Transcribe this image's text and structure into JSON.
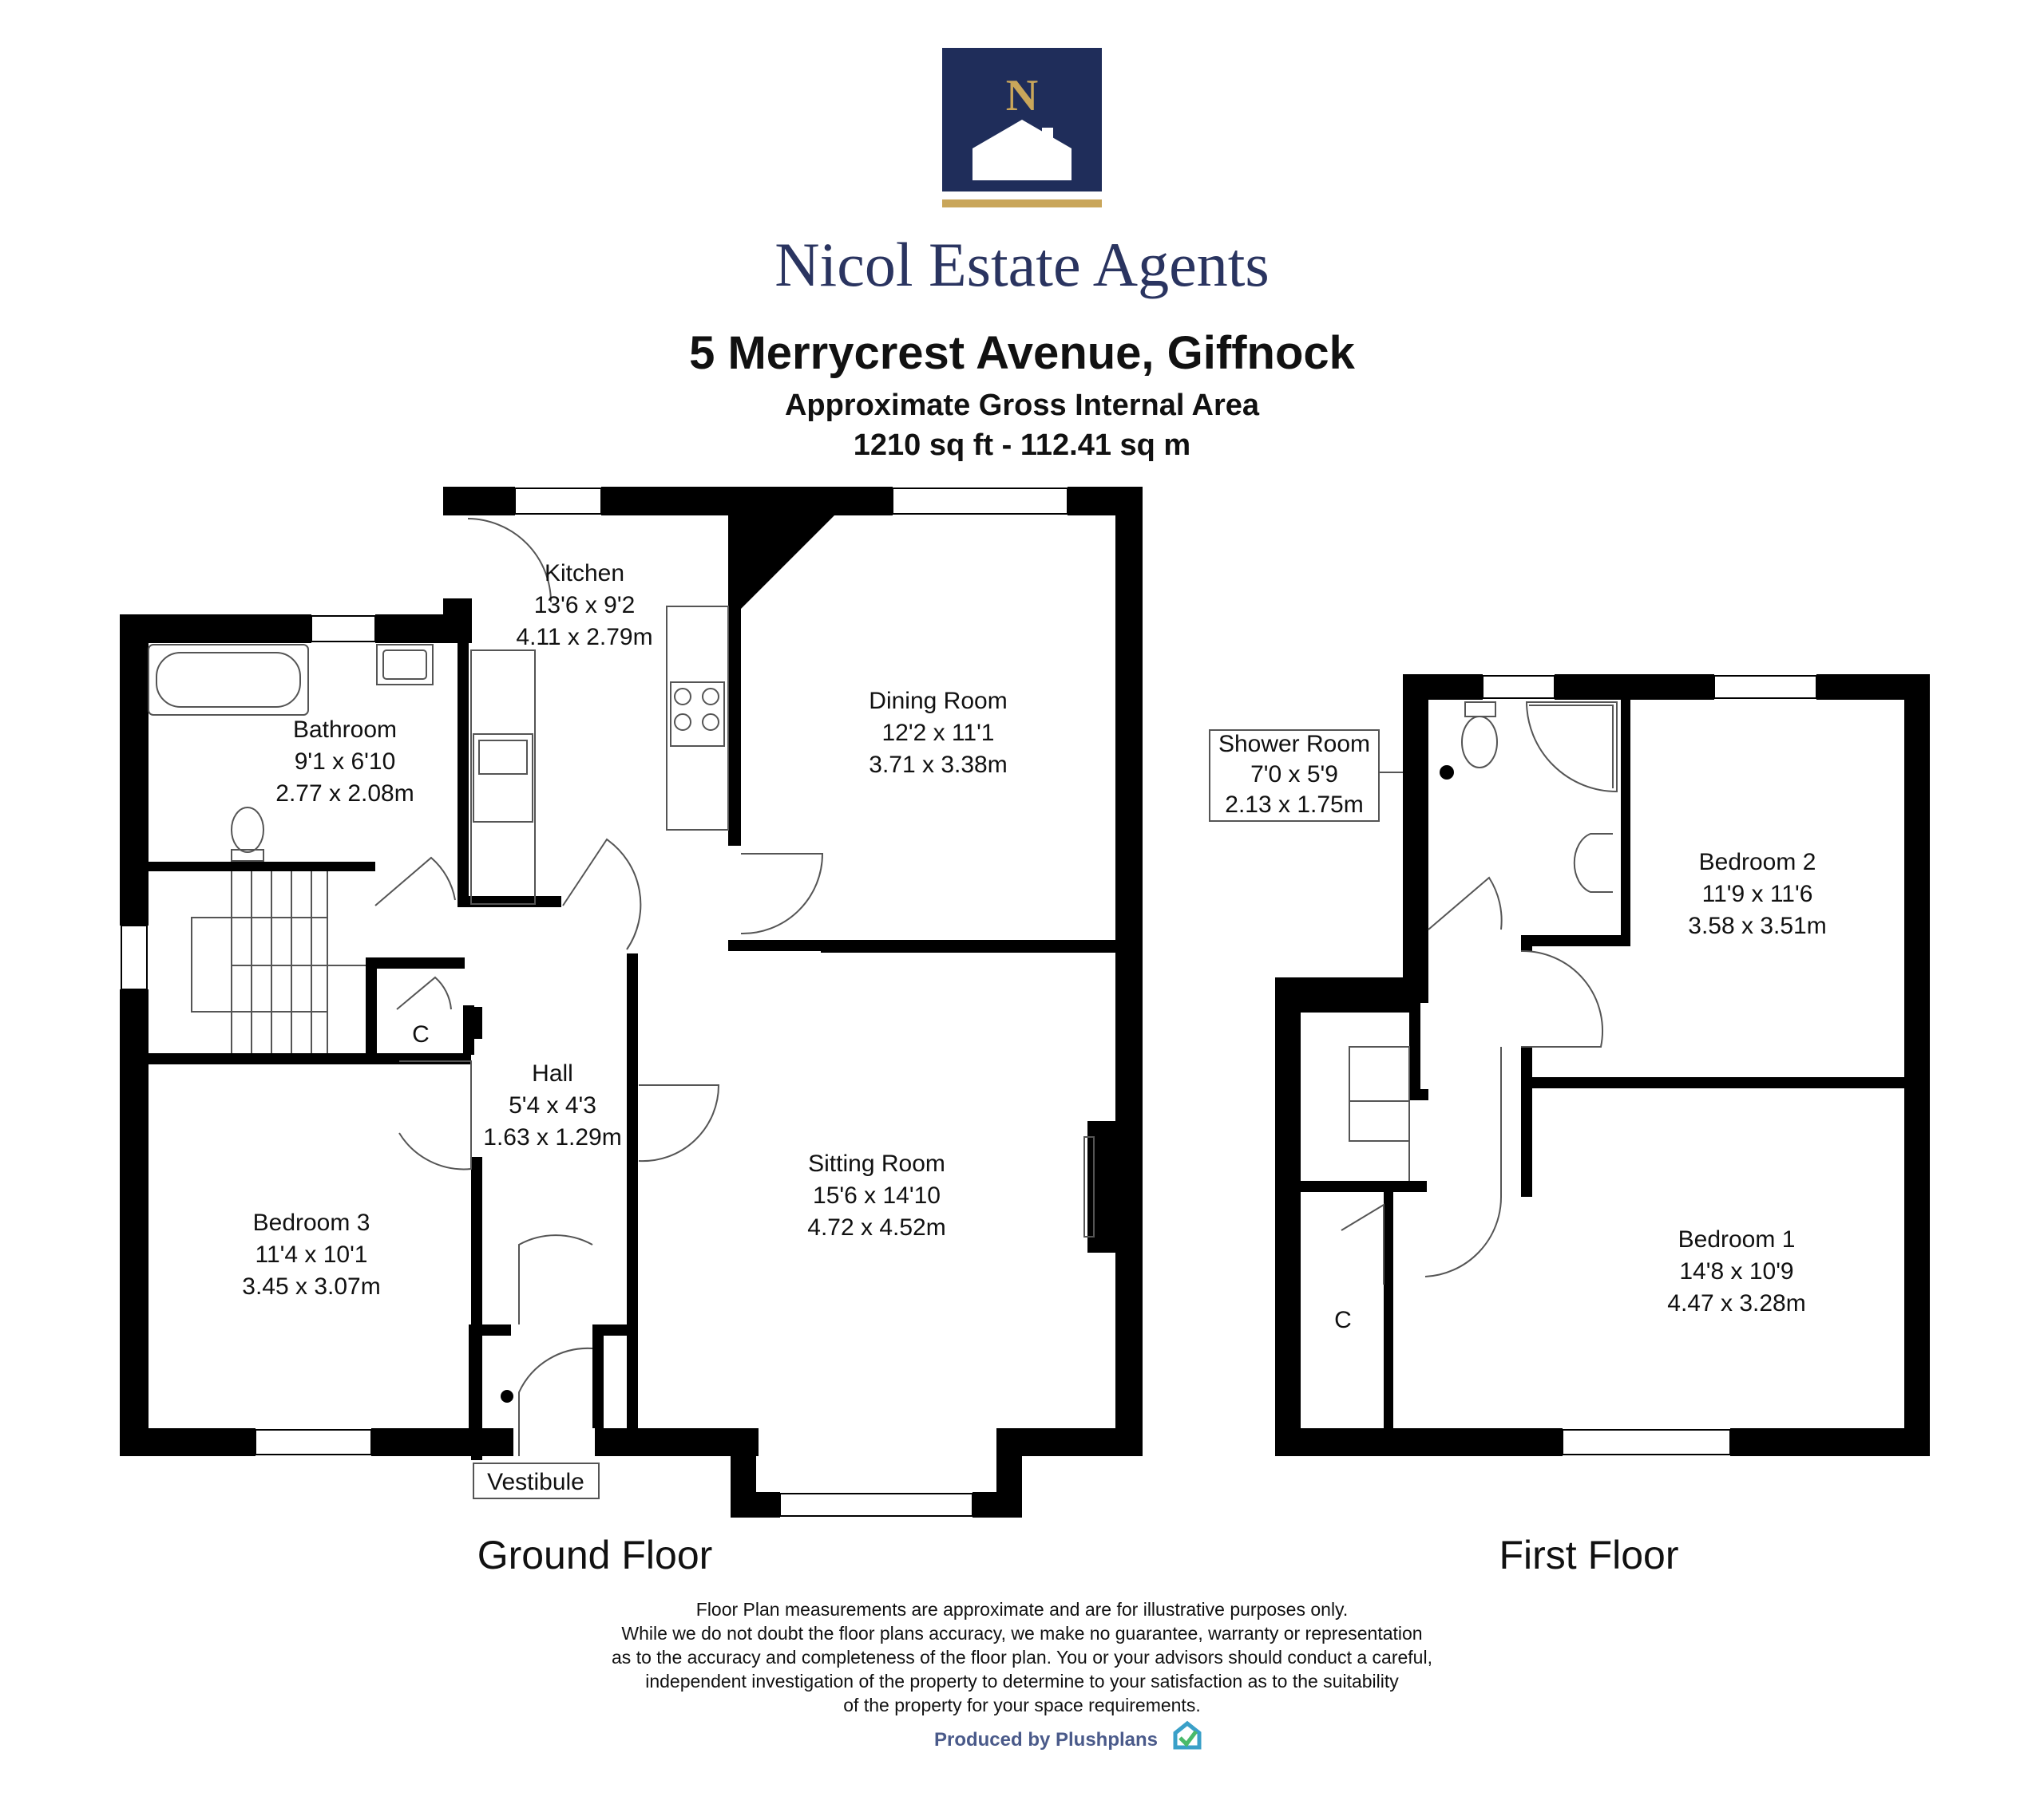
{
  "brand": {
    "name": "Nicol Estate Agents",
    "logo_letter": "N",
    "logo_color": "#1f2d5a",
    "logo_accent": "#c9a65a"
  },
  "header": {
    "address": "5 Merrycrest Avenue, Giffnock",
    "area_label": "Approximate Gross Internal Area",
    "area_value": "1210 sq ft -  112.41 sq m"
  },
  "floors": {
    "ground": "Ground Floor",
    "first": "First Floor"
  },
  "rooms": {
    "kitchen": {
      "name": "Kitchen",
      "imperial": "13'6 x 9'2",
      "metric": "4.11 x 2.79m"
    },
    "dining": {
      "name": "Dining Room",
      "imperial": "12'2 x 11'1",
      "metric": "3.71 x 3.38m"
    },
    "bathroom": {
      "name": "Bathroom",
      "imperial": "9'1 x 6'10",
      "metric": "2.77 x 2.08m"
    },
    "hall": {
      "name": "Hall",
      "imperial": "5'4 x 4'3",
      "metric": "1.63 x 1.29m"
    },
    "sitting": {
      "name": "Sitting Room",
      "imperial": "15'6 x 14'10",
      "metric": "4.72 x 4.52m"
    },
    "bedroom3": {
      "name": "Bedroom 3",
      "imperial": "11'4 x 10'1",
      "metric": "3.45 x 3.07m"
    },
    "vestibule": {
      "name": "Vestibule"
    },
    "cupboard_ground": {
      "name": "C"
    },
    "shower": {
      "name": "Shower Room",
      "imperial": "7'0 x 5'9",
      "metric": "2.13 x 1.75m"
    },
    "bedroom2": {
      "name": "Bedroom 2",
      "imperial": "11'9 x 11'6",
      "metric": "3.58 x 3.51m"
    },
    "bedroom1": {
      "name": "Bedroom 1",
      "imperial": "14'8 x 10'9",
      "metric": "4.47 x 3.28m"
    },
    "cupboard_first": {
      "name": "C"
    }
  },
  "disclaimer": [
    "Floor Plan measurements are approximate and are for illustrative purposes only.",
    "While we do not doubt the floor plans accuracy, we make no guarantee, warranty or representation",
    "as to the accuracy and completeness of the floor plan. You or your advisors should conduct a careful,",
    "independent investigation of the property to determine to your satisfaction as to the suitability",
    "of the property for your space requirements."
  ],
  "credit": {
    "text": "Produced by Plushplans",
    "icon": "plushplans-logo-icon",
    "color": "#4a5a8a",
    "icon_color": "#3aa0c8"
  },
  "colors": {
    "wall": "#000000",
    "fixture": "#555555"
  }
}
